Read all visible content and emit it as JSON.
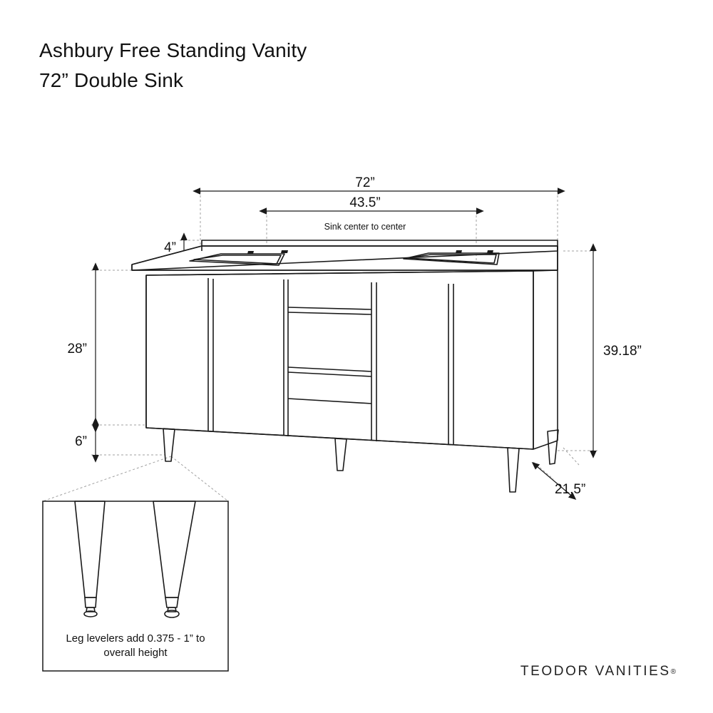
{
  "title": {
    "line1": "Ashbury Free Standing Vanity",
    "line2": "72” Double Sink"
  },
  "dimensions": {
    "overall_width": "72”",
    "sink_center_to_center_value": "43.5”",
    "sink_center_to_center_label": "Sink center to center",
    "backsplash_height": "4”",
    "cabinet_height": "28”",
    "leg_height": "6”",
    "overall_height": "39.18”",
    "depth": "21.5”"
  },
  "detail": {
    "note_line1": "Leg levelers add 0.375 - 1” to",
    "note_line2": "overall height"
  },
  "brand": {
    "name": "TEODOR VANITIES",
    "registered": "®"
  },
  "colors": {
    "line": "#1a1a1a",
    "guide": "#9a9a9a",
    "text": "#111111",
    "background": "#ffffff"
  }
}
